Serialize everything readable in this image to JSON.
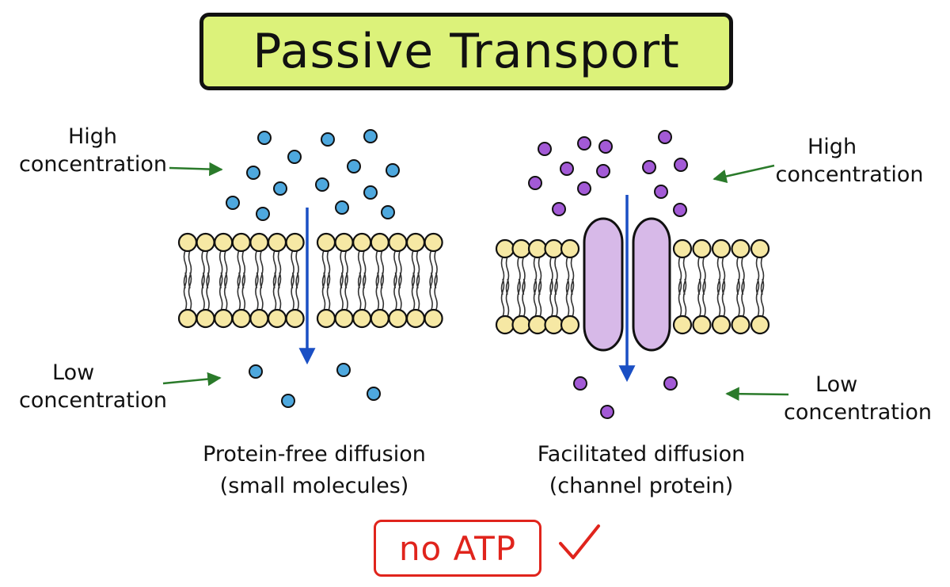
{
  "title": "Passive Transport",
  "left_panel": {
    "high_label": [
      "High",
      "concentration"
    ],
    "low_label": [
      "Low",
      "concentration"
    ],
    "caption": [
      "Protein-free diffusion",
      "(small molecules)"
    ]
  },
  "right_panel": {
    "high_label": [
      "High",
      "concentration"
    ],
    "low_label": [
      "Low",
      "concentration"
    ],
    "caption": [
      "Facilitated diffusion",
      "(channel protein)"
    ]
  },
  "footer": {
    "atp_label": "no ATP",
    "check_icon": "check-icon"
  },
  "colors": {
    "title_bg": "#dcf27a",
    "left_molecule": "#4ea8de",
    "right_molecule": "#a35ad6",
    "phospholipid_head": "#f6e8a4",
    "channel_protein": "#d7b9e8",
    "flow_arrow": "#1a4fc4",
    "label_arrow": "#2a7a2a",
    "atp_red": "#e0241c"
  }
}
